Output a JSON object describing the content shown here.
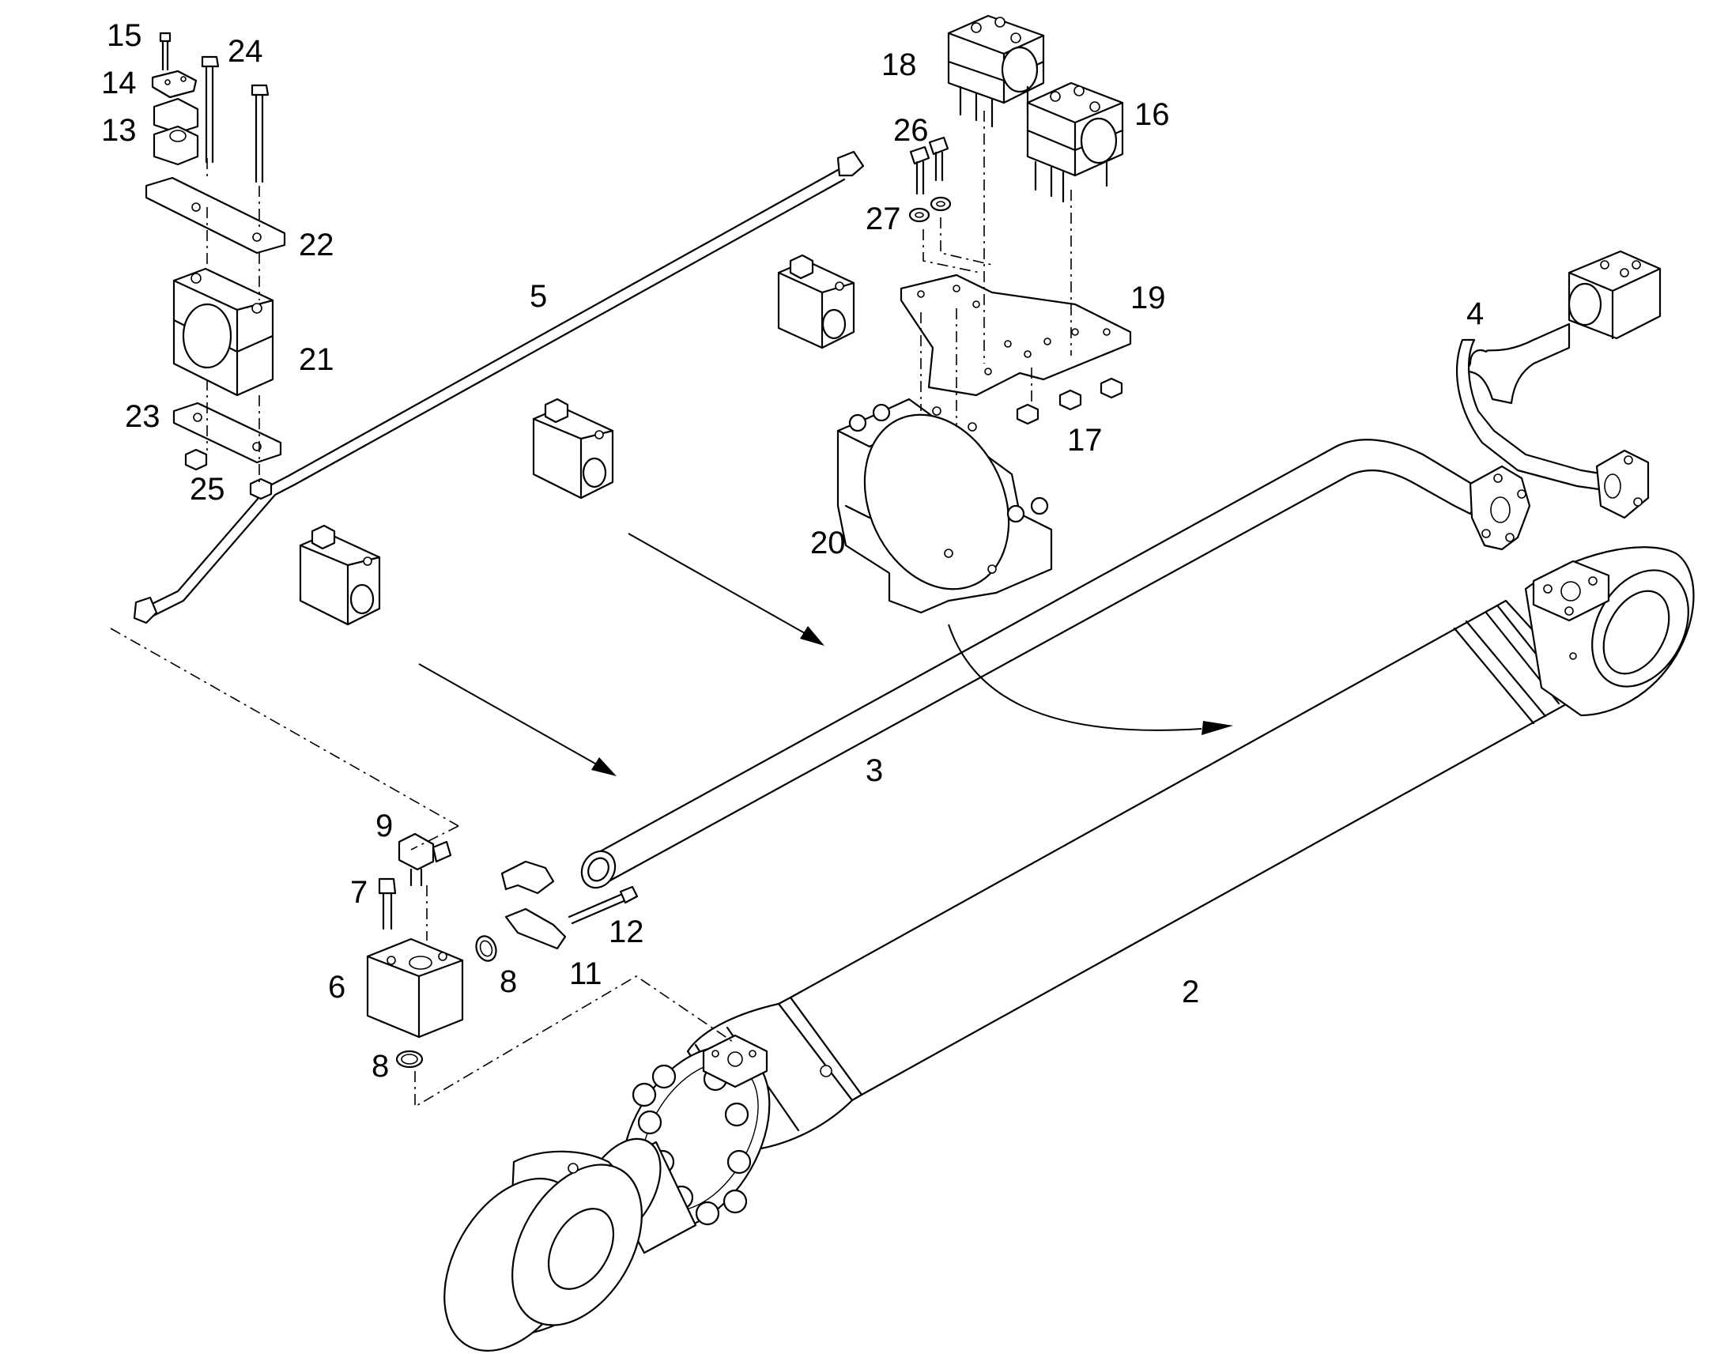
{
  "diagram": {
    "callouts": [
      {
        "id": "c2",
        "text": "2"
      },
      {
        "id": "c3",
        "text": "3"
      },
      {
        "id": "c4",
        "text": "4"
      },
      {
        "id": "c5",
        "text": "5"
      },
      {
        "id": "c6",
        "text": "6"
      },
      {
        "id": "c7",
        "text": "7"
      },
      {
        "id": "c8a",
        "text": "8"
      },
      {
        "id": "c8b",
        "text": "8"
      },
      {
        "id": "c9",
        "text": "9"
      },
      {
        "id": "c11",
        "text": "11"
      },
      {
        "id": "c12",
        "text": "12"
      },
      {
        "id": "c13",
        "text": "13"
      },
      {
        "id": "c14",
        "text": "14"
      },
      {
        "id": "c15",
        "text": "15"
      },
      {
        "id": "c16",
        "text": "16"
      },
      {
        "id": "c17",
        "text": "17"
      },
      {
        "id": "c18",
        "text": "18"
      },
      {
        "id": "c19",
        "text": "19"
      },
      {
        "id": "c20",
        "text": "20"
      },
      {
        "id": "c21",
        "text": "21"
      },
      {
        "id": "c22",
        "text": "22"
      },
      {
        "id": "c23",
        "text": "23"
      },
      {
        "id": "c24",
        "text": "24"
      },
      {
        "id": "c25",
        "text": "25"
      },
      {
        "id": "c26",
        "text": "26"
      },
      {
        "id": "c27",
        "text": "27"
      }
    ]
  }
}
